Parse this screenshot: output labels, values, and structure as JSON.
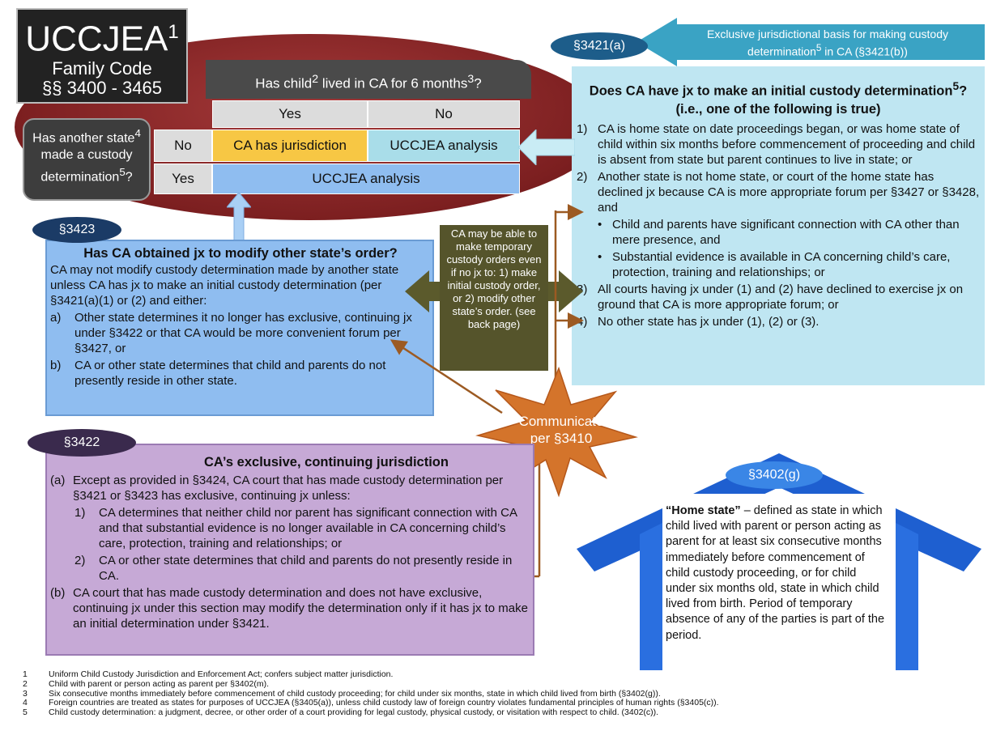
{
  "title": {
    "main": "UCCJEA",
    "main_sup": "1",
    "line1": "Family Code",
    "line2": "§§ 3400 - 3465"
  },
  "matrix": {
    "header_pre": "Has child",
    "header_sup1": "2",
    "header_mid": " lived in CA for 6 months",
    "header_sup2": "3",
    "header_post": "?",
    "col_yes": "Yes",
    "col_no": "No",
    "row_no": "No",
    "row_yes": "Yes",
    "cell_no_yes": "CA has jurisdiction",
    "cell_no_no": "UCCJEA analysis",
    "cell_yes_all": "UCCJEA analysis",
    "side_pre": "Has another state",
    "side_sup1": "4",
    "side_mid": " made a custody determination",
    "side_sup2": "5",
    "side_post": "?"
  },
  "s3421": {
    "tag": "§3421(a)",
    "arrow_pre": "Exclusive  jurisdictional basis for making custody determination",
    "arrow_sup": "5",
    "arrow_post": " in CA (§3421(b))",
    "title_pre": "Does CA have jx to make an initial custody determination",
    "title_sup": "5",
    "title_post": "?",
    "subtitle": "(i.e., one of the following is true)",
    "items": [
      {
        "n": "1)",
        "text": "CA is home state on date proceedings began, or was home state of child within six months before commencement of proceeding and child is absent from state but parent continues to live in state; or"
      },
      {
        "n": "2)",
        "text": "Another state is not home state, or court of the home state has declined jx because CA is more appropriate forum per §3427 or §3428, and"
      },
      {
        "n": "3)",
        "text": "All courts having jx under (1) and (2) have declined to exercise jx on ground that CA is more appropriate forum; or"
      },
      {
        "n": "4)",
        "text": "No other state has jx under (1), (2) or (3)."
      }
    ],
    "bullets": [
      "Child and parents have significant connection with CA other than mere presence, and",
      "Substantial evidence is available in CA concerning child’s care, protection, training and relationships; or"
    ]
  },
  "s3423": {
    "tag": "§3423",
    "title": "Has CA obtained jx to modify other state’s order?",
    "intro": "CA may not modify custody determination made by another state unless CA has jx to make an initial custody determination (per §3421(a)(1) or (2) and either:",
    "items": [
      {
        "n": "a)",
        "text": "Other state determines it no longer has exclusive, continuing jx under §3422 or that CA would be more convenient forum per §3427, or"
      },
      {
        "n": "b)",
        "text": "CA or other state determines that child and parents do not presently reside in other state."
      }
    ]
  },
  "temp": {
    "text": "CA may be able to make temporary custody orders even if no jx to: 1) make initial custody order, or 2) modify other state’s order. (see back page)"
  },
  "communicate": {
    "line1": "Communicate",
    "line2": "per §3410"
  },
  "s3422": {
    "tag": "§3422",
    "title": "CA’s exclusive, continuing jurisdiction",
    "a_n": "(a)",
    "a_text": "Except as provided in §3424, CA court that has made custody determination per §3421 or §3423 has exclusive, continuing jx unless:",
    "sub": [
      {
        "n": "1)",
        "text": "CA determines that neither child nor parent has significant connection with CA and that substantial evidence is no longer available in CA concerning child’s care, protection, training and relationships; or"
      },
      {
        "n": "2)",
        "text": "CA or other state determines that child and parents do not presently reside in CA."
      }
    ],
    "b_n": "(b)",
    "b_text": "CA court that has made custody determination and does not have exclusive, continuing jx under this section may modify the determination only if it has jx to make an initial determination under §3421."
  },
  "s3402": {
    "tag": "§3402(g)",
    "term": "“Home state”",
    "text": " – defined as state in which child lived with parent or person acting as parent for at least six consecutive months immediately before commencement of child custody proceeding, or for child under six months old, state in which child lived from birth.  Period of temporary absence of any of the parties is part of the period."
  },
  "footnotes": [
    {
      "n": "1",
      "text": "Uniform Child Custody Jurisdiction and Enforcement Act; confers subject matter jurisdiction."
    },
    {
      "n": "2",
      "text": "Child with parent or person acting as parent per §3402(m)."
    },
    {
      "n": "3",
      "text": "Six consecutive months immediately before commencement of child custody proceeding; for child under six months, state in which child lived from birth (§3402(g))."
    },
    {
      "n": "4",
      "text": "Foreign countries are treated as states for purposes of UCCJEA (§3405(a)), unless child custody law of foreign country violates fundamental principles of human rights (§3405(c))."
    },
    {
      "n": "5",
      "text": "Child custody determination: a judgment, decree, or other order of a court providing for legal custody, physical custody, or visitation with respect to child. (3402(c))."
    }
  ],
  "colors": {
    "ellipse": "#7c1f20",
    "blue_panel": "#8fbdf0",
    "light_panel": "#bfe6f2",
    "purple_panel": "#c6a9d6",
    "yellow": "#f7c744",
    "house": "#1e5fd0",
    "arrow_brown": "#9c5a22"
  }
}
